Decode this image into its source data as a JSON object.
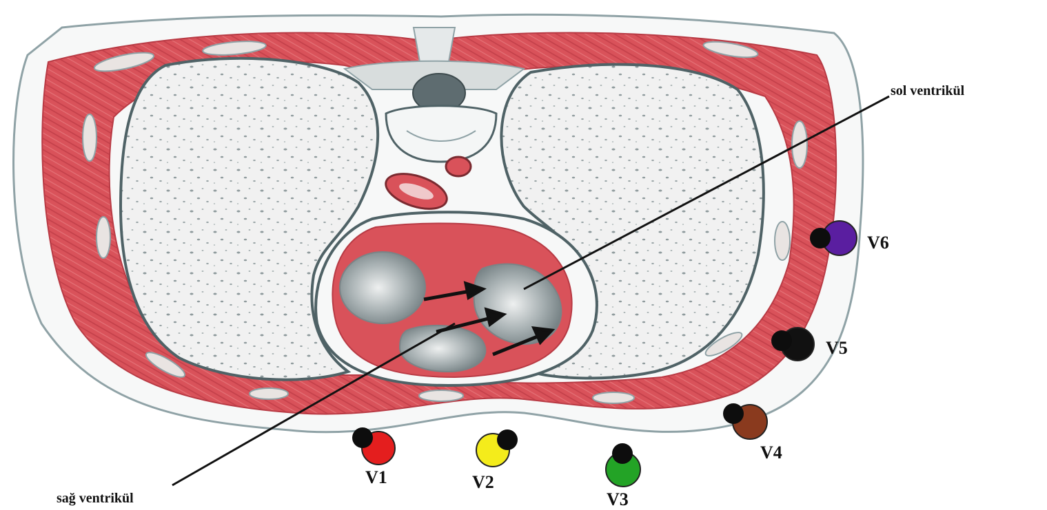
{
  "labels": {
    "left_ventricle": "sol ventrikül",
    "right_ventricle": "sağ ventrikül"
  },
  "electrodes": [
    {
      "id": "V1",
      "label": "V1",
      "color": "#e41e1e"
    },
    {
      "id": "V2",
      "label": "V2",
      "color": "#f4ec1b"
    },
    {
      "id": "V3",
      "label": "V3",
      "color": "#23a326"
    },
    {
      "id": "V4",
      "label": "V4",
      "color": "#8a3a1e"
    },
    {
      "id": "V5",
      "label": "V5",
      "color": "#111111"
    },
    {
      "id": "V6",
      "label": "V6",
      "color": "#5a1ea0"
    }
  ],
  "colors": {
    "muscle": "#d9525a",
    "muscle_dark": "#b83a44",
    "lung": "#efefef",
    "pleura": "#4f6266",
    "outline": "#8fa2a6",
    "bone": "#c8cfd0",
    "heart_chamber": "#9aa3a6",
    "snap": "#0d0d0d"
  }
}
